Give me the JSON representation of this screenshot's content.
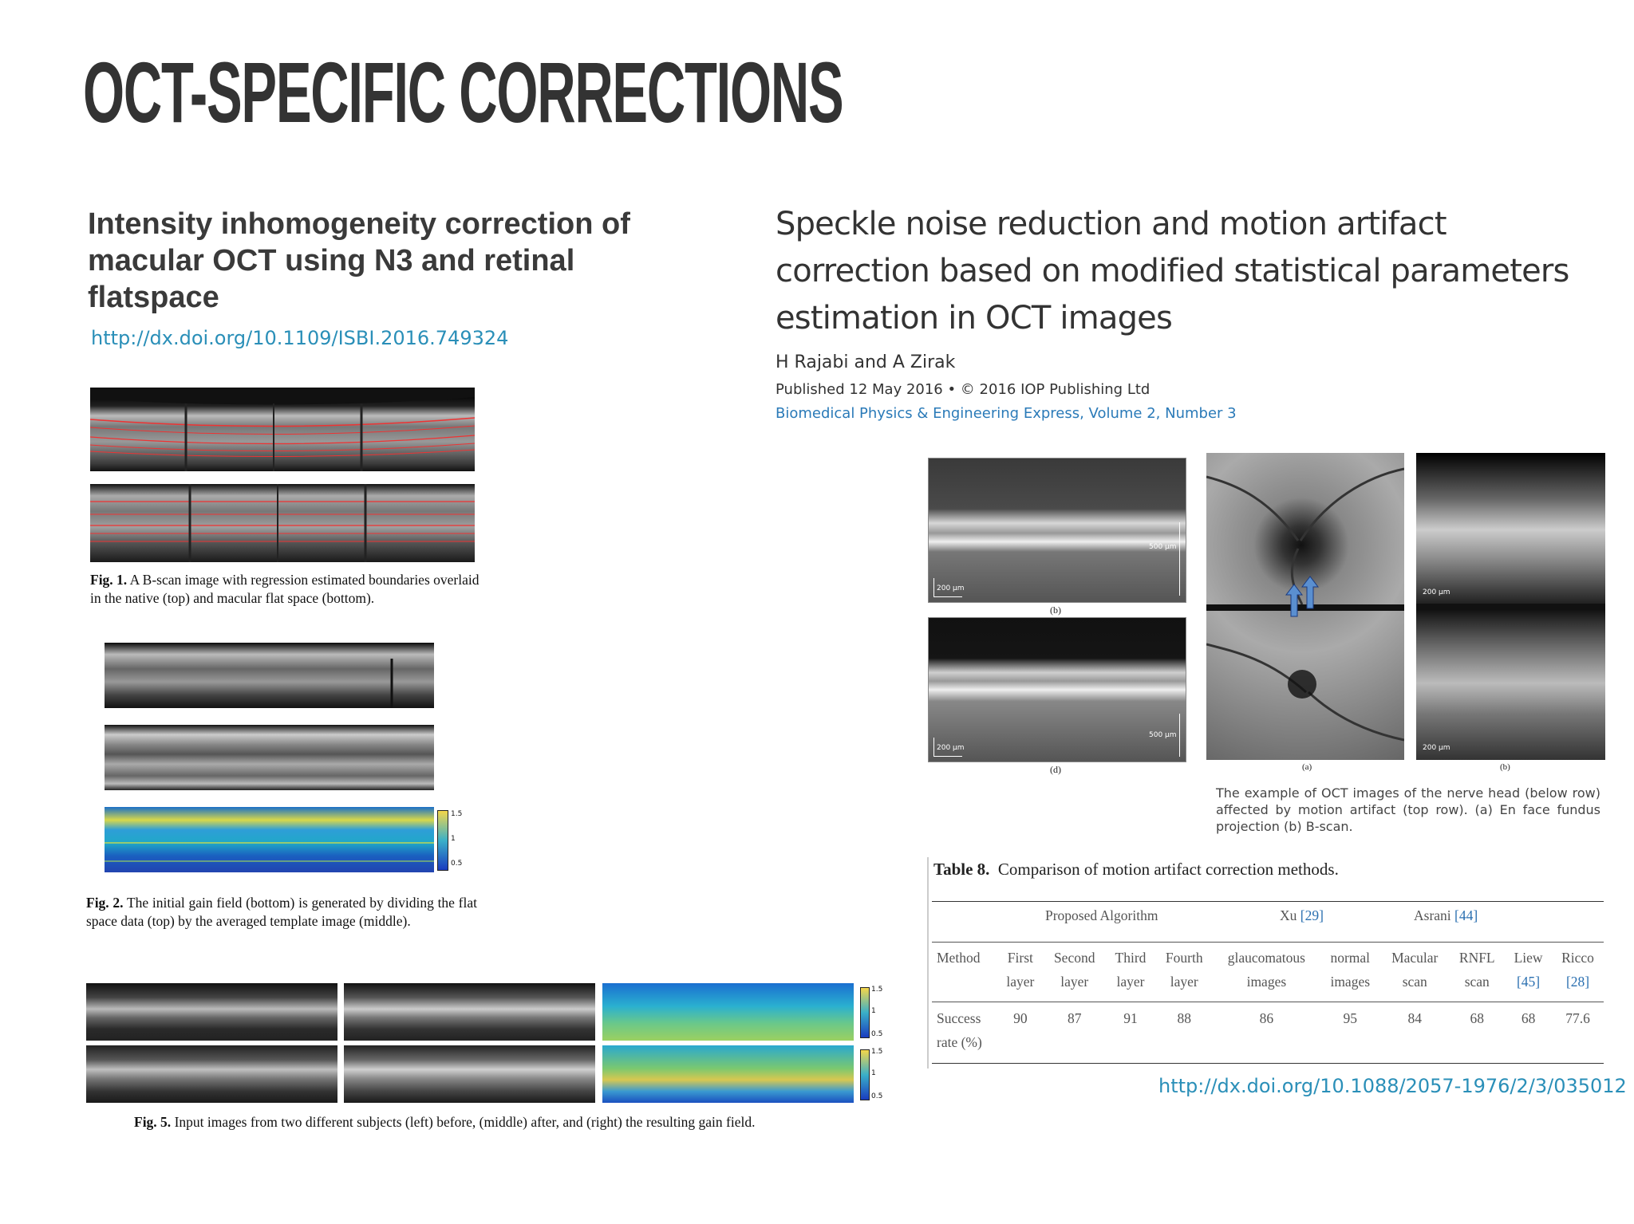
{
  "slide": {
    "title": "OCT-SPECIFIC CORRECTIONS"
  },
  "left_paper": {
    "title": "Intensity inhomogeneity correction of macular OCT using N3 and retinal flatspace",
    "doi": "http://dx.doi.org/10.1109/ISBI.2016.749324",
    "fig1_label": "Fig. 1.",
    "fig1_caption": " A B-scan image with regression estimated boundaries overlaid in the native (top) and macular flat space (bottom).",
    "fig2_label": "Fig. 2.",
    "fig2_caption": " The initial gain field (bottom) is generated by dividing the flat space data (top) by the averaged template image (middle).",
    "fig2_scale": [
      "1.5",
      "1",
      "0.5"
    ],
    "fig5_label": "Fig. 5.",
    "fig5_caption": " Input images from two different subjects (left) before, (middle) after, and (right) the resulting gain field.",
    "fig5_scale": [
      "1.5",
      "1",
      "0.5"
    ]
  },
  "right_paper": {
    "title": "Speckle noise reduction and motion artifact correction based on modified statistical parameters estimation in OCT images",
    "authors": "H Rajabi and A Zirak",
    "published": "Published 12 May 2016 • © 2016 IOP Publishing Ltd",
    "journal": "Biomedical Physics & Engineering Express, Volume 2, Number 3",
    "figure_labels": {
      "b": "(b)",
      "d": "(d)",
      "a2": "(a)",
      "b2": "(b)"
    },
    "scale_bars": {
      "s200": "200 μm",
      "s500": "500 μm"
    },
    "figure_caption": "The example of OCT images of the nerve head (below row) affected by motion artifact (top row). (a) En face fundus projection (b) B-scan.",
    "table": {
      "label": "Table 8.",
      "title": "Comparison of motion artifact correction methods.",
      "groups": [
        {
          "text": "Proposed Algorithm"
        },
        {
          "text": "Xu ",
          "cite": "[29]"
        },
        {
          "text": "Asrani ",
          "cite": "[44]"
        }
      ],
      "header_row": [
        {
          "l1": "Method",
          "l2": ""
        },
        {
          "l1": "First",
          "l2": "layer"
        },
        {
          "l1": "Second",
          "l2": "layer"
        },
        {
          "l1": "Third",
          "l2": "layer"
        },
        {
          "l1": "Fourth",
          "l2": "layer"
        },
        {
          "l1": "glaucomatous",
          "l2": "images"
        },
        {
          "l1": "normal",
          "l2": "images"
        },
        {
          "l1": "Macular",
          "l2": "scan"
        },
        {
          "l1": "RNFL",
          "l2": "scan"
        },
        {
          "l1": "Liew",
          "l2": "[45]"
        },
        {
          "l1": "Ricco",
          "l2": "[28]"
        }
      ],
      "row_label_l1": "Success",
      "row_label_l2": "rate (%)",
      "values": [
        "90",
        "87",
        "91",
        "88",
        "86",
        "95",
        "84",
        "68",
        "68",
        "77.6"
      ]
    },
    "doi": "http://dx.doi.org/10.1088/2057-1976/2/3/035012"
  },
  "colors": {
    "link": "#2a8fb8",
    "title": "#333333",
    "cite": "#2a6fb0"
  }
}
